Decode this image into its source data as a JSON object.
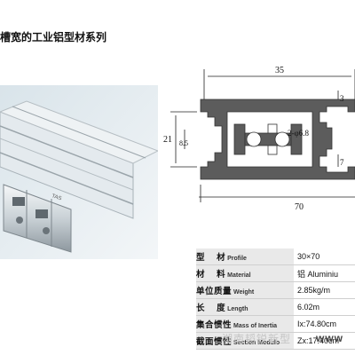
{
  "title": "槽宽的工业铝型材系列",
  "drawing": {
    "dim_width": "35",
    "dim_overall": "70",
    "dim_height": "21",
    "dim_slot": "8.5",
    "dim_hole": "2-φ6.8",
    "dim_top": "3",
    "dim_side": "7"
  },
  "specs": [
    {
      "zh": "型　 材",
      "en": "Profile",
      "value": "30×70"
    },
    {
      "zh": "材　 料",
      "en": "Material",
      "value": "铝 Aluminiu"
    },
    {
      "zh": "单位质量",
      "en": "Weight",
      "value": "2.85kg/m"
    },
    {
      "zh": "长　 度",
      "en": "Length",
      "value": "6.02m"
    },
    {
      "zh": "集合惯性",
      "en": "Mass of Inertia",
      "value": "Ix:74.80cm"
    },
    {
      "zh": "截面惯性",
      "en": "Section Modulo",
      "value": "Zx:17.40cm"
    }
  ],
  "watermark": "湖南韬锐新型",
  "site": "www"
}
